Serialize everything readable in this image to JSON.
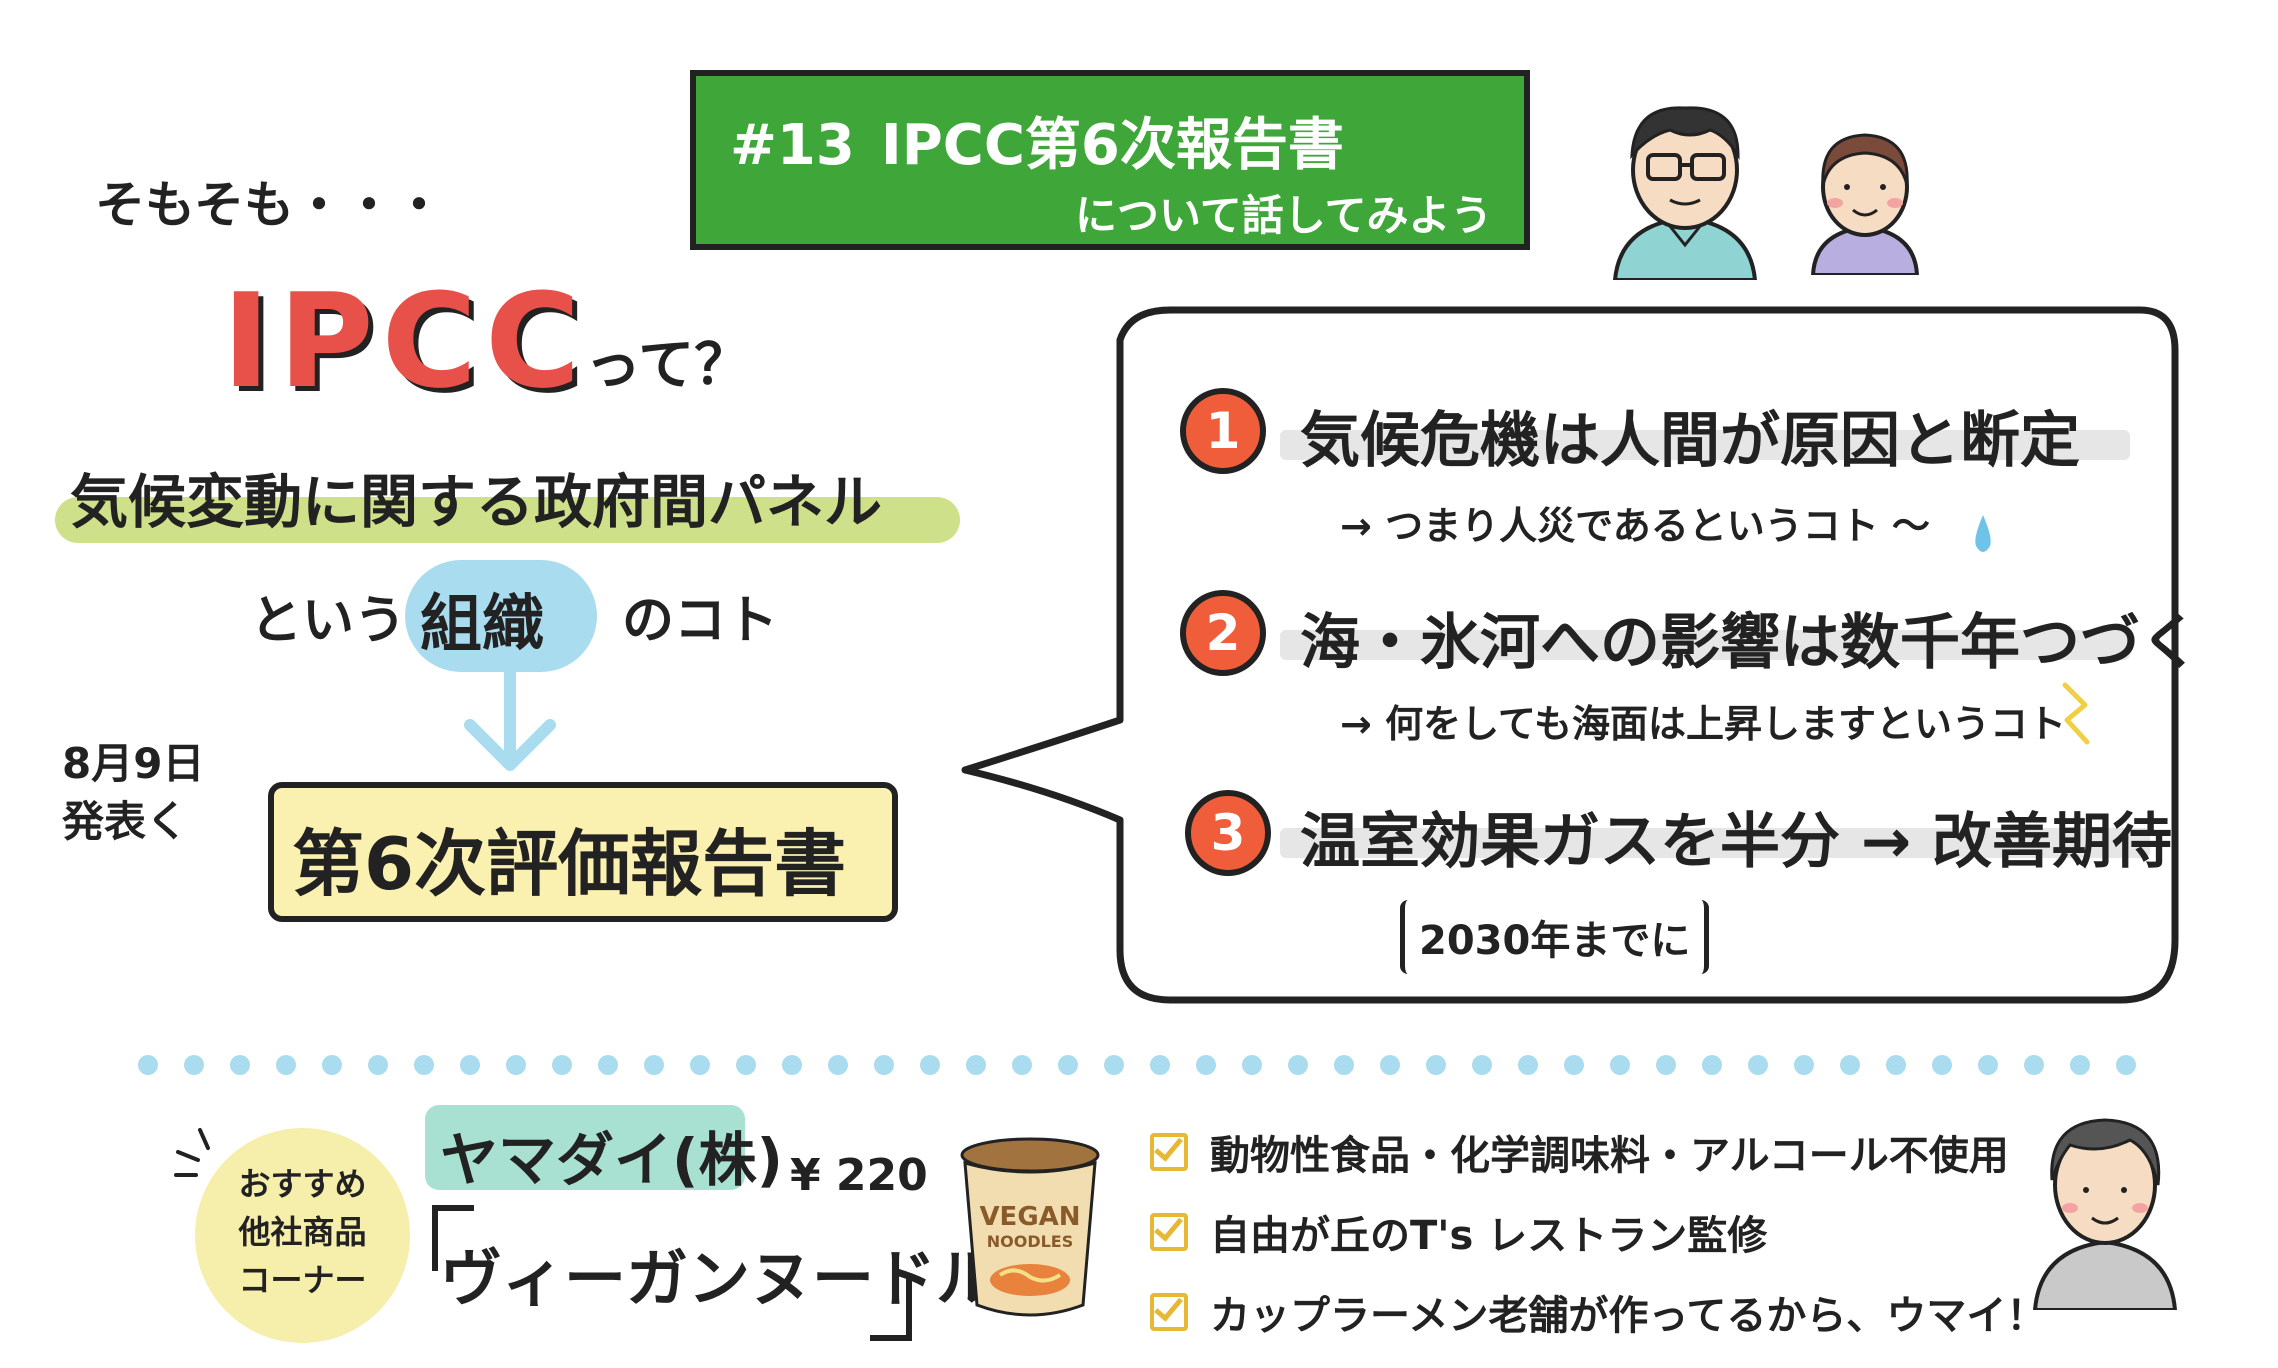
{
  "banner": {
    "episode": "#13",
    "title": "IPCC第6次報告書",
    "subtitle": "について話してみよう"
  },
  "intro": {
    "somosomo": "そもそも・・・",
    "ipcc": "IPCC",
    "tte": "って？",
    "panel_name": "気候変動に関する政府間パネル",
    "toiu": "という",
    "soshiki": "組織",
    "nokoto": "のコト",
    "date": "8月9日\n発表く",
    "report": "第6次評価報告書"
  },
  "points": [
    {
      "num": "1",
      "text": "気候危機は人間が原因と断定",
      "sub": "→ つまり人災であるというコト ～"
    },
    {
      "num": "2",
      "text": "海・氷河への影響は数千年つづく",
      "sub": "→ 何をしても海面は上昇しますというコト"
    },
    {
      "num": "3",
      "text": "温室効果ガスを半分 → 改善期待",
      "sub": "2030年までに"
    }
  ],
  "recommend": {
    "label": "おすすめ\n他社商品\nコーナー",
    "maker": "ヤマダイ(株)",
    "price": "¥ 220",
    "product": "ヴィーガンヌードル",
    "cup_text": "VEGAN NOODLES",
    "features": [
      "動物性食品・化学調味料・アルコール不使用",
      "自由が丘のT's レストラン監修",
      "カップラーメン老舗が作ってるから、ウマイ！"
    ]
  },
  "colors": {
    "banner_green": "#3fa63a",
    "ipcc_red": "#e8504a",
    "number_orange": "#ef5d3a",
    "highlight_green": "#cfe08a",
    "soshiki_blue": "#a9dcee",
    "report_yellow": "#faf0b0",
    "dots_blue": "#a9dcee",
    "check_yellow": "#e6b836"
  }
}
